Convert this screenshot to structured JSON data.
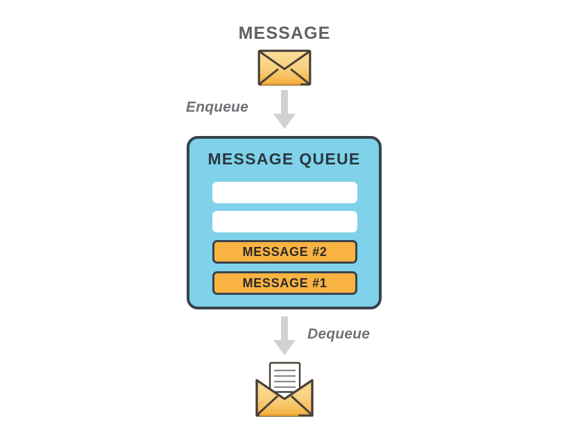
{
  "diagram": {
    "title": "MESSAGE",
    "background_color": "#ffffff"
  },
  "top_message": {
    "label": "MESSAGE",
    "icon": "closed-envelope-icon",
    "envelope_fill_light": "#f8d689",
    "envelope_fill_dark": "#f7b13c",
    "envelope_stroke": "#4a4038"
  },
  "enqueue": {
    "label": "Enqueue",
    "arrow_icon": "arrow-down-icon",
    "arrow_color": "#cfd1d2",
    "text_color": "#6e7175"
  },
  "queue": {
    "heading": "MESSAGE QUEUE",
    "box_fill": "#7fd2e9",
    "box_stroke": "#37424c",
    "slots": [
      {
        "label": "",
        "state": "empty",
        "fill": "#ffffff"
      },
      {
        "label": "",
        "state": "empty",
        "fill": "#ffffff"
      },
      {
        "label": "MESSAGE #2",
        "state": "filled",
        "fill": "#f9b342"
      },
      {
        "label": "MESSAGE #1",
        "state": "filled",
        "fill": "#f9b342"
      }
    ]
  },
  "dequeue": {
    "label": "Dequeue",
    "arrow_icon": "arrow-down-icon",
    "arrow_color": "#cfd1d2",
    "text_color": "#6e7175"
  },
  "bottom_message": {
    "icon": "open-envelope-with-letter-icon",
    "letter_fill": "#ffffff",
    "letter_line_color": "#8a8a8a",
    "envelope_fill_light": "#f8d689",
    "envelope_fill_dark": "#f7b13c",
    "envelope_stroke": "#4a4038"
  }
}
